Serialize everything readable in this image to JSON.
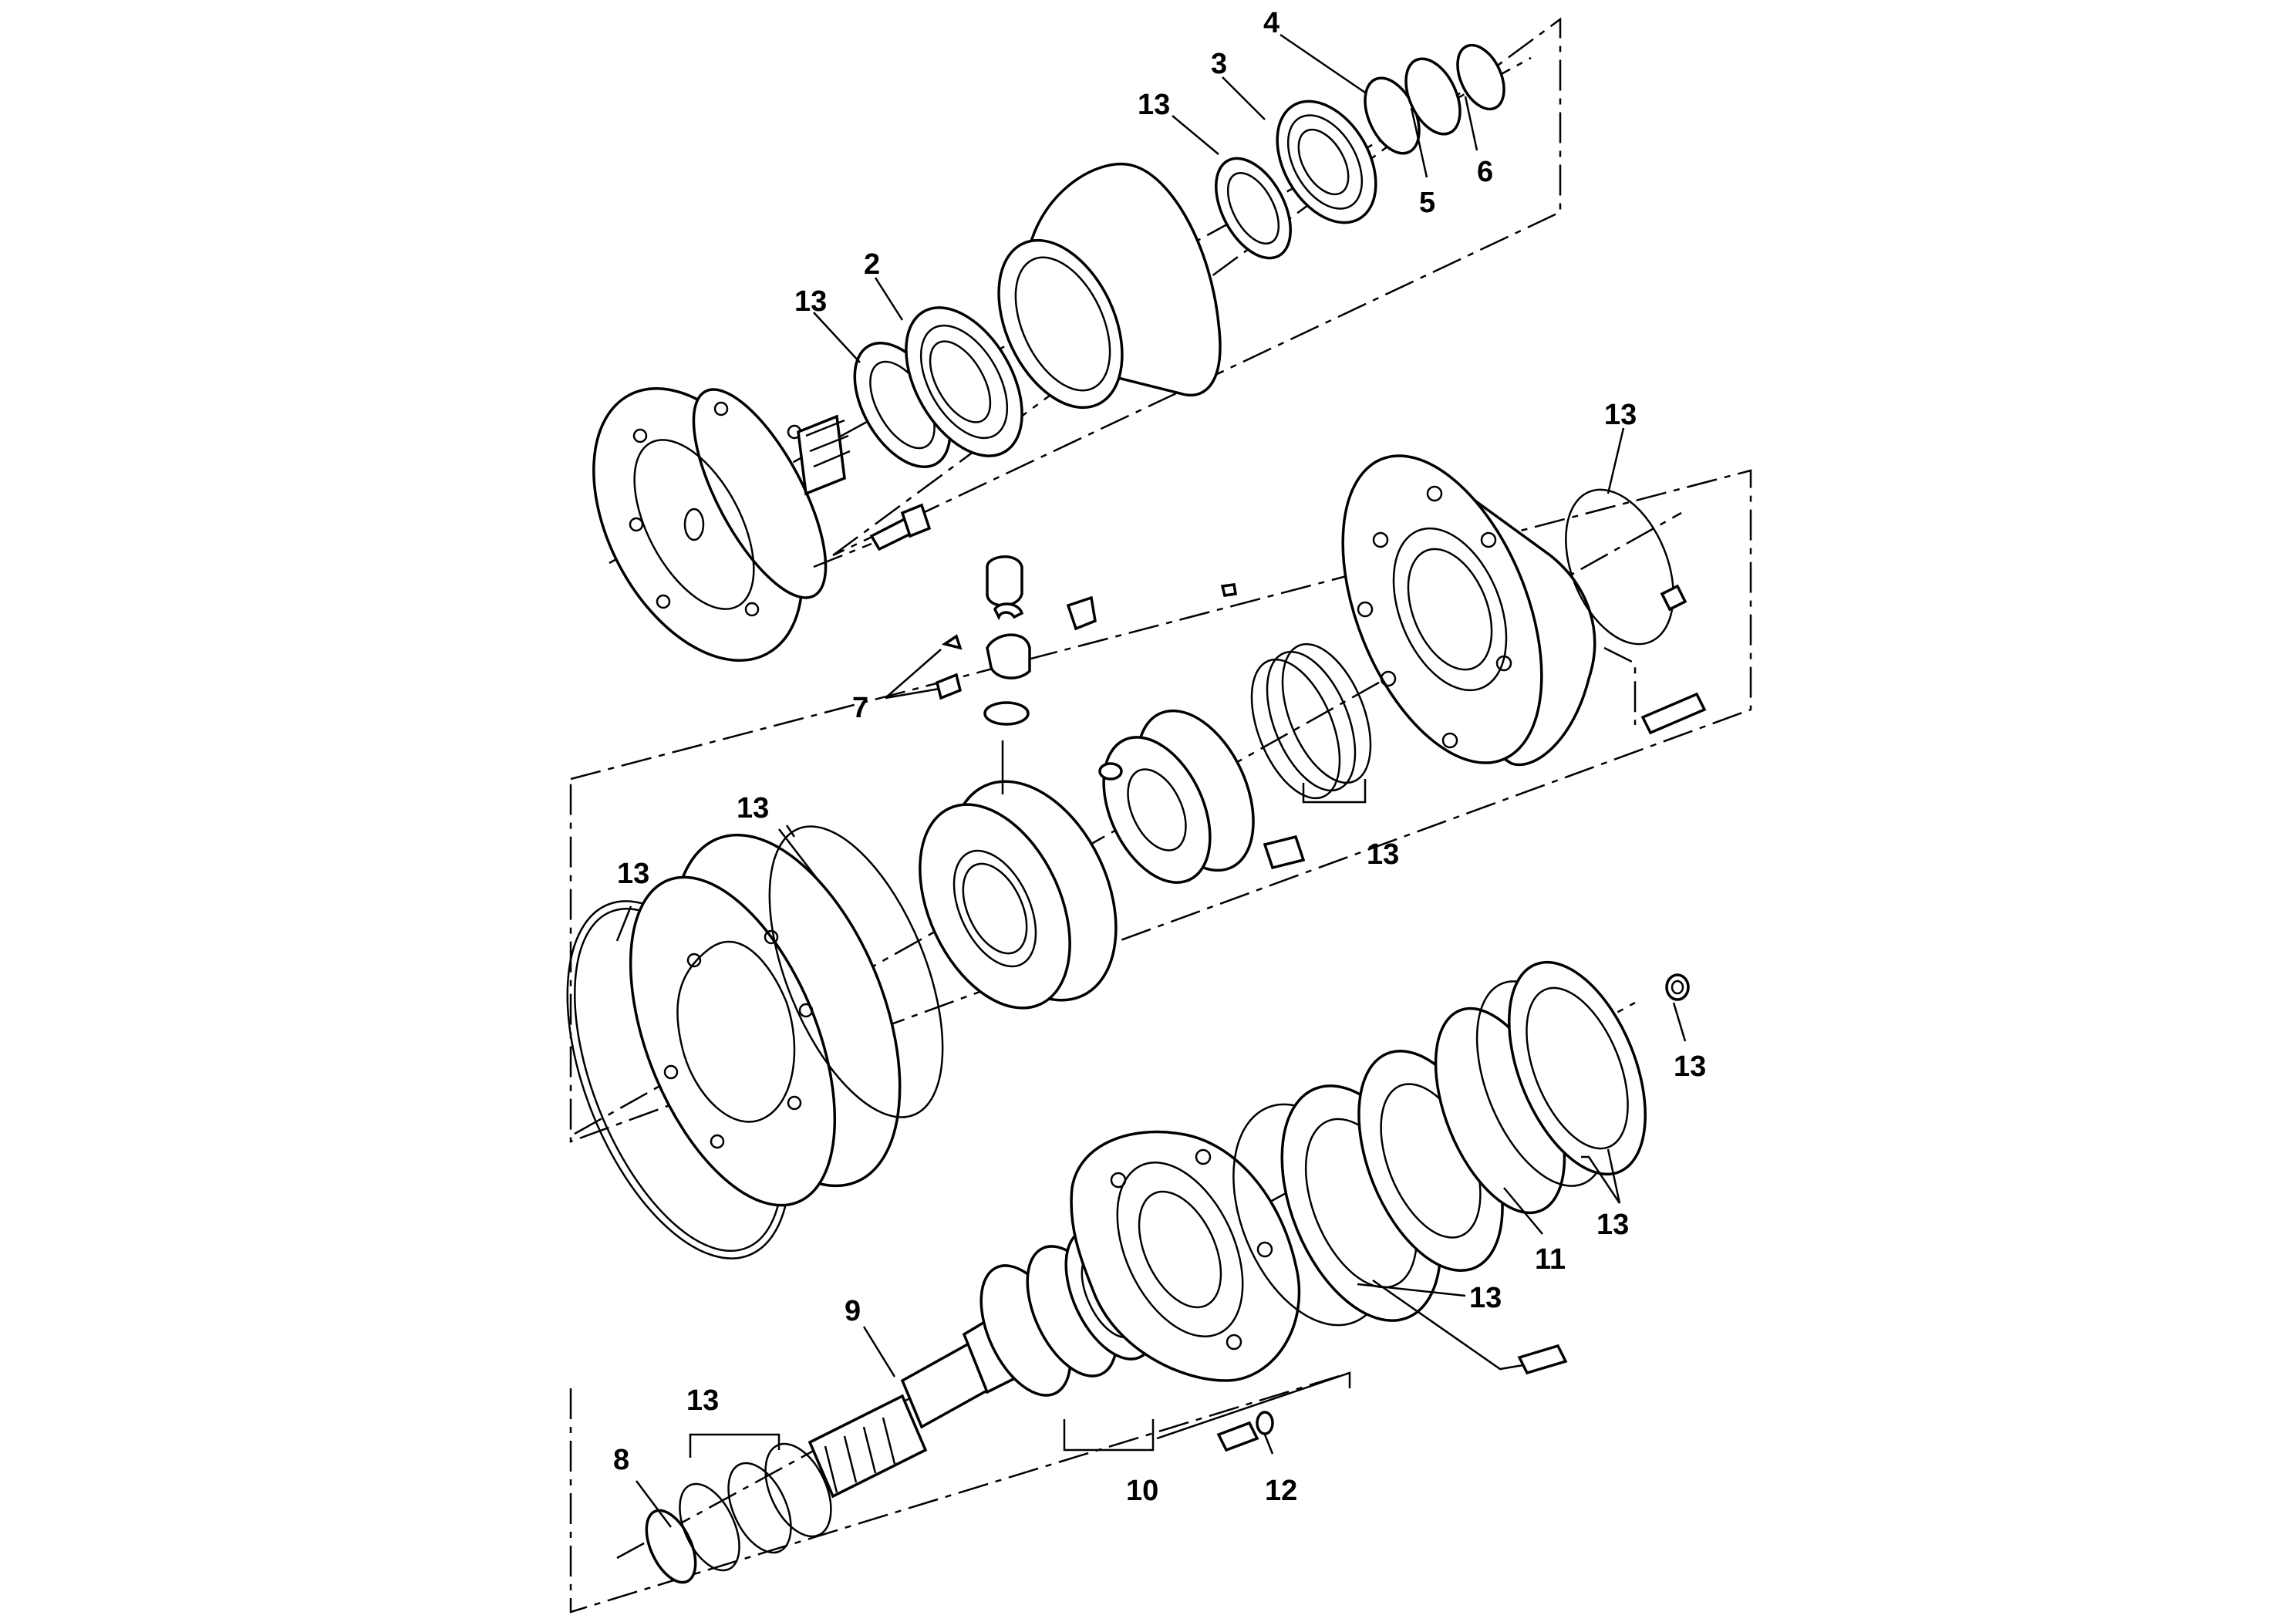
{
  "diagram": {
    "type": "exploded-parts-view",
    "callouts": {
      "c2": "2",
      "c3": "3",
      "c4": "4",
      "c5": "5",
      "c6": "6",
      "c7": "7",
      "c8": "8",
      "c9": "9",
      "c10": "10",
      "c11": "11",
      "c12": "12",
      "c13": "13"
    }
  }
}
